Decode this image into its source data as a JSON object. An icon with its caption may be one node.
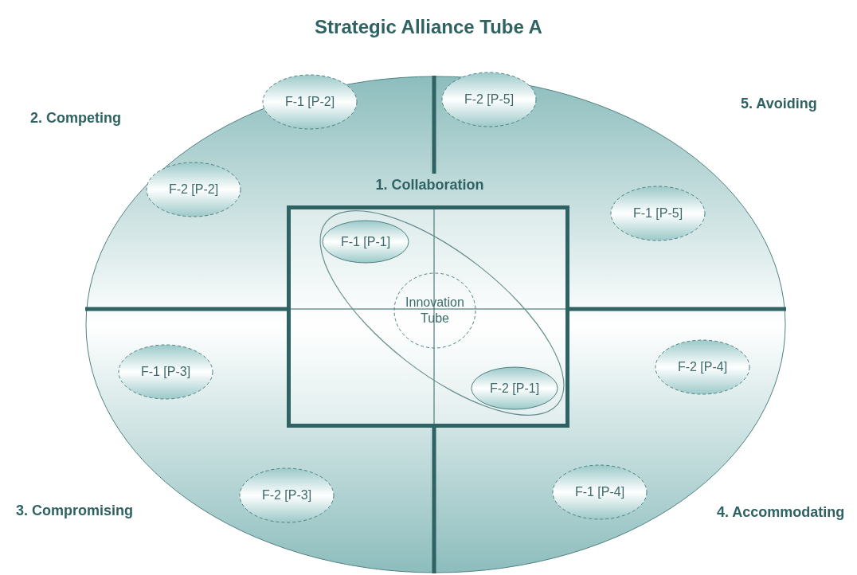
{
  "diagram": {
    "title": "Strategic Alliance Tube A",
    "nodes": [
      {
        "text": [],
        "shape": "ellipse"
      },
      {
        "text": [
          "F-1 [P-2]"
        ],
        "in": 0
      },
      {
        "text": [
          "F-2 [P-5]"
        ],
        "in": 0
      },
      {
        "text": [
          "F-2 [P-2]"
        ],
        "in": 0
      },
      {
        "text": [
          "1. Collaboration"
        ],
        "in": 0
      },
      {
        "text": [
          "F-1 [P-5]"
        ],
        "in": 0
      },
      {
        "text": [],
        "shape": "ellipse",
        "in": 4
      },
      {
        "text": [
          "F-1 [P-1]"
        ],
        "in": 6
      },
      {
        "text": [
          "Innovation Tube"
        ],
        "in": 6
      },
      {
        "text": [
          "F-1 [P-3]"
        ],
        "in": 0
      },
      {
        "text": [
          "F-2 [P-4]"
        ],
        "in": 0
      },
      {
        "text": [
          "F-2 [P-1]"
        ],
        "in": 6
      },
      {
        "text": [
          "F-2 [P-3]"
        ],
        "in": 0
      },
      {
        "text": [
          "F-1 [P-4]"
        ],
        "in": 0
      }
    ],
    "edges": [],
    "labels": [
      "2. Competing",
      "5. Avoiding",
      "3. Compromising",
      "4. Accommodating"
    ]
  }
}
